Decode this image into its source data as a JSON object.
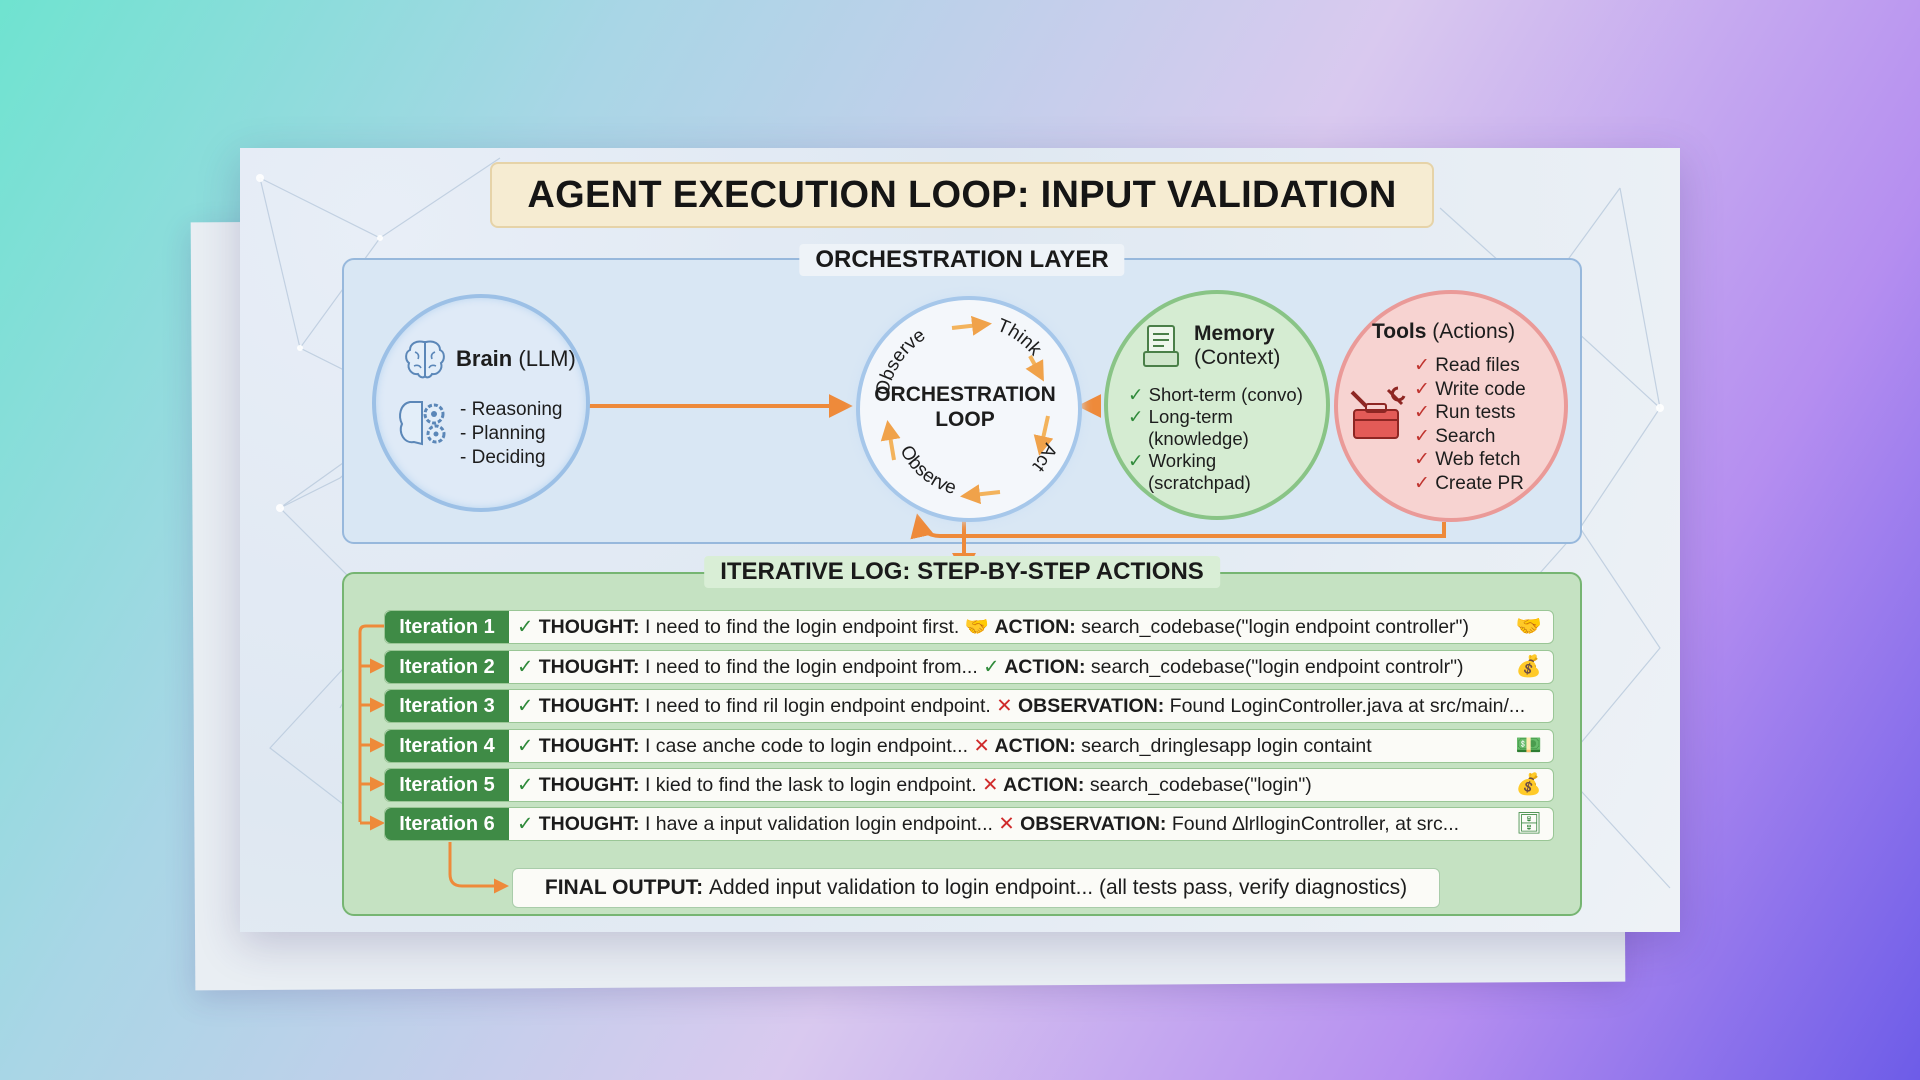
{
  "title": "AGENT EXECUTION LOOP: INPUT VALIDATION",
  "orchestration": {
    "section_title": "ORCHESTRATION LAYER",
    "brain": {
      "title_bold": "Brain",
      "title_rest": "(LLM)",
      "items": [
        "- Reasoning",
        "- Planning",
        "- Deciding"
      ],
      "icon": "brain-icon",
      "gear_icon": "gears-head-icon"
    },
    "loop": {
      "center_line1": "ORCHESTRATION",
      "center_line2": "LOOP",
      "labels": [
        "Observe",
        "Think",
        "Act",
        "Observe"
      ]
    },
    "memory": {
      "title_bold": "Memory",
      "title_rest": "(Context)",
      "items": [
        "Short-term (convo)",
        "Long-term",
        "(knowledge)",
        "Working",
        "(scratchpad)"
      ],
      "icon": "memory-document-icon"
    },
    "tools": {
      "title_bold": "Tools",
      "title_rest": "(Actions)",
      "items": [
        "Read files",
        "Write code",
        "Run tests",
        "Search",
        "Web fetch",
        "Create PR"
      ],
      "icon": "toolbox-icon"
    }
  },
  "log": {
    "section_title": "ITERATIVE LOG: STEP-BY-STEP ACTIONS",
    "rows": [
      {
        "label": "Iteration 1",
        "thought": "I need to find the login endpoint first.",
        "kind": "ACTION:",
        "detail": "search_codebase(\"login endpoint controller\")",
        "status": "check",
        "icon": "handshake-icon"
      },
      {
        "label": "Iteration 2",
        "thought": "I need to find the login endpoint from...",
        "kind": "ACTION:",
        "detail": "search_codebase(\"login endpoint controlr\")",
        "status": "check",
        "icon": "money-bag-icon"
      },
      {
        "label": "Iteration 3",
        "thought": "I need to find ril login endpoint endpoint.",
        "kind": "OBSERVATION:",
        "detail": "Found LoginController.java at src/main/...",
        "status": "cross",
        "icon": ""
      },
      {
        "label": "Iteration 4",
        "thought": "I case anche code to login endpoint...",
        "kind": "ACTION:",
        "detail": "search_dringlesapp login containt",
        "status": "cross",
        "icon": "cash-icon"
      },
      {
        "label": "Iteration 5",
        "thought": "I kied to find the lask to login endpoint.",
        "kind": "ACTION:",
        "detail": "search_codebase(\"login\")",
        "status": "cross",
        "icon": "money-bag-icon"
      },
      {
        "label": "Iteration 6",
        "thought": "I have a input validation login endpoint...",
        "kind": "OBSERVATION:",
        "detail": "Found ∆lrlloginController, at src...",
        "status": "cross",
        "icon": "server-icon"
      }
    ],
    "thought_label": "THOUGHT:",
    "final_label": "FINAL OUTPUT:",
    "final_text": "Added input validation to login endpoint... (all tests pass, verify diagnostics)"
  },
  "colors": {
    "orange_arrow": "#ee8a3a",
    "green_label": "#3f8b46",
    "check": "#2f8a3a",
    "cross": "#d02b2b"
  }
}
